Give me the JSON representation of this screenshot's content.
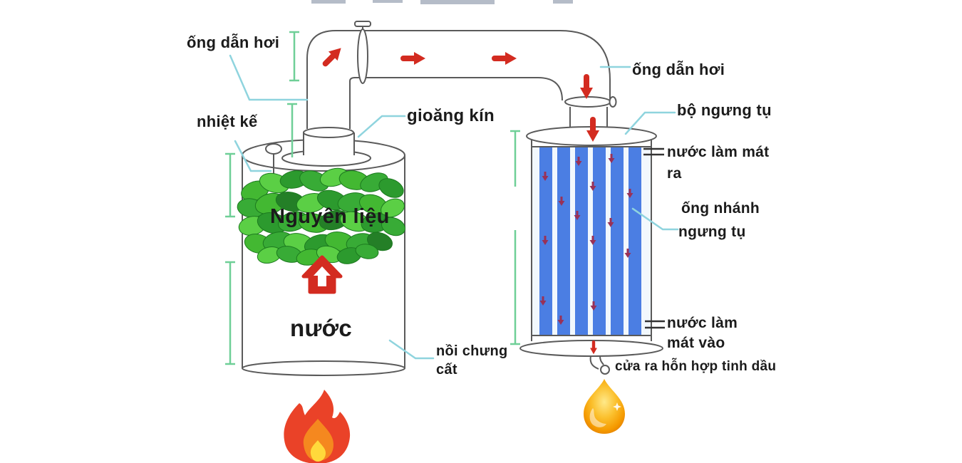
{
  "diagram": {
    "labels": {
      "steam_pipe_left": "ống dẫn hơi",
      "thermometer": "nhiệt kế",
      "gasket": "gioăng kín",
      "steam_pipe_right": "ống dẫn hơi",
      "condenser": "bộ ngưng tụ",
      "cooling_water_out_1": "nước làm mát",
      "cooling_water_out_2": "ra",
      "branch_tubes_1": "ống nhánh",
      "branch_tubes_2": "ngưng tụ",
      "cooling_water_in_1": "nước làm",
      "cooling_water_in_2": "mát vào",
      "oil_outlet": "cửa ra hỗn hợp tinh dầu",
      "still_pot_1": "nồi chưng",
      "still_pot_2": "cất",
      "raw_material": "Nguyên liệu",
      "water": "nước"
    },
    "icons": {
      "heat_source": "fire-icon",
      "essential_oil": "oil-drop-icon"
    },
    "colors": {
      "text": "#1b1b1b",
      "outline": "#5a5a5a",
      "leader": "#8fd4de",
      "measure": "#6fcf97",
      "arrow_red": "#d32b20",
      "arrow_small": "#993157",
      "stripe_blue": "#4b7ee3",
      "stripe_bg": "#f2f8fd",
      "leaf_stroke": "#1c7a1f",
      "fire_red": "#ea4228",
      "fire_orange": "#f5881f",
      "fire_yellow": "#ffd93b",
      "oil_gold": "#f59a00"
    }
  }
}
